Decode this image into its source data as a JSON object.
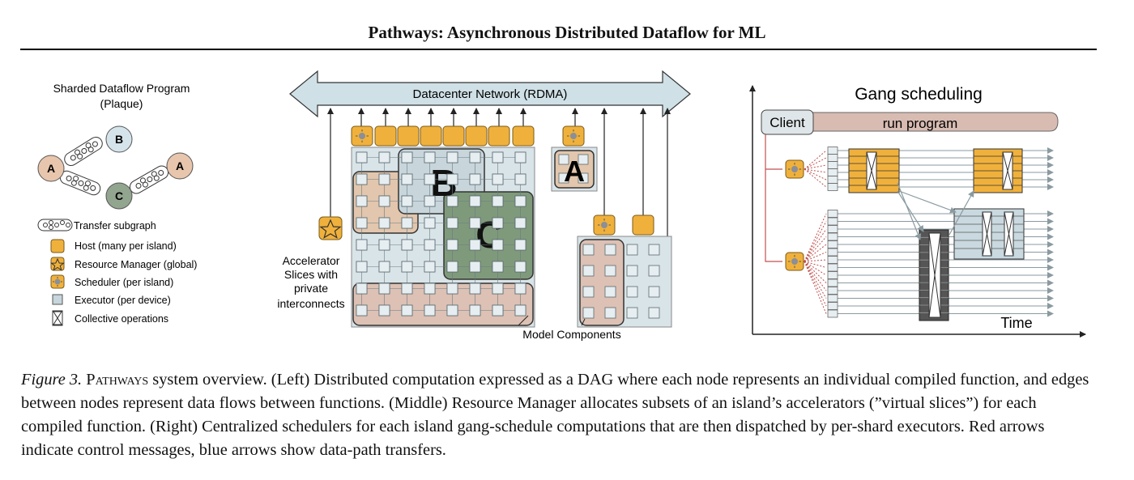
{
  "paper": {
    "running_title": "Pathways: Asynchronous Distributed Dataflow for ML"
  },
  "left_panel": {
    "title_line1": "Sharded Dataflow Program",
    "title_line2": "(Plaque)",
    "nodes": [
      "A",
      "B",
      "C",
      "A"
    ],
    "legend": {
      "transfer": "Transfer subgraph",
      "host": "Host (many per island)",
      "resource_manager": "Resource Manager (global)",
      "scheduler": "Scheduler (per island)",
      "executor": "Executor (per device)",
      "collective": "Collective operations"
    }
  },
  "middle_panel": {
    "network": "Datacenter Network (RDMA)",
    "accel_lines": [
      "Accelerator",
      "Slices with",
      "private",
      "interconnects"
    ],
    "model_components": "Model Components",
    "slices": [
      "B",
      "C",
      "A"
    ]
  },
  "right_panel": {
    "title": "Gang scheduling",
    "client": "Client",
    "run_program": "run program",
    "time_label": "Time"
  },
  "caption": {
    "label": "Figure 3.",
    "system": "Pathways",
    "text": " system overview. (Left) Distributed computation expressed as a DAG where each node represents an individual compiled function, and edges between nodes represent data flows between functions. (Middle) Resource Manager allocates subsets of an island’s accelerators (”virtual slices”) for each compiled function. (Right) Centralized schedulers for each island gang-schedule computations that are then dispatched by per-shard executors. Red arrows indicate control messages, blue arrows show data-path transfers."
  },
  "colors": {
    "host": "#f0b13c",
    "executor": "#c7d5dc",
    "node_a": "#e7c6ad",
    "node_b": "#d5e4ea",
    "node_c": "#92a58e",
    "network": "#cfe0e6",
    "slice_b": "#c8d6dc",
    "slice_c": "#7f9a7b",
    "row_slice": "#dcc1b4",
    "run_program": "#d8bcb2",
    "control_arrow": "#c0504d"
  }
}
